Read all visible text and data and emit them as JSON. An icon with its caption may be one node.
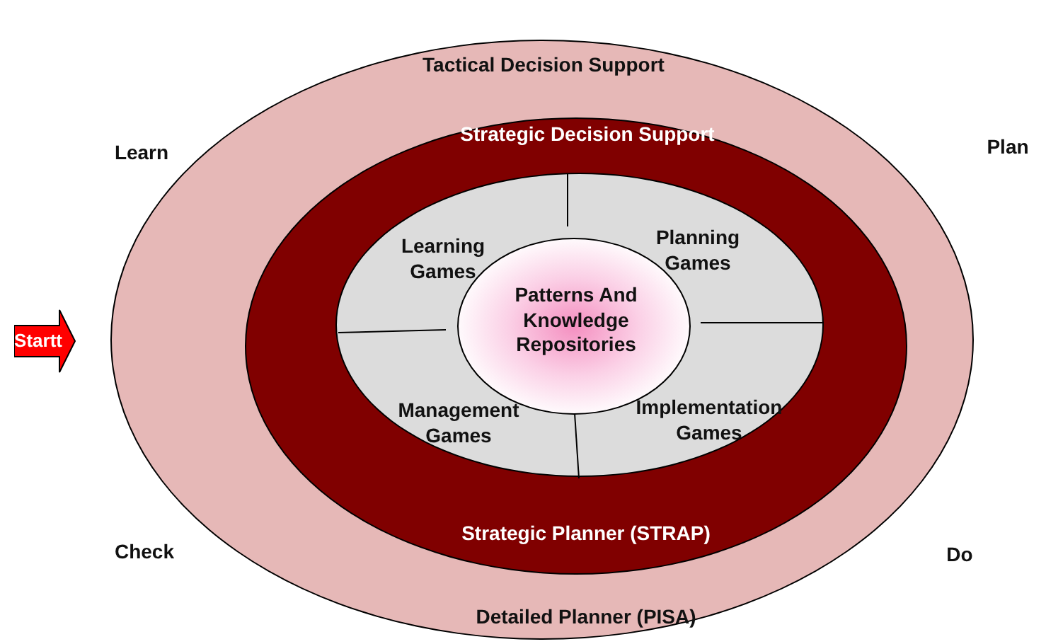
{
  "diagram": {
    "nodes": [
      {
        "text": [
          "Tactical Decision Support",
          "Detailed Planner (PISA)"
        ]
      },
      {
        "text": [
          "Strategic Decision Support",
          "Strategic Planner (STRAP)"
        ],
        "in": 0
      },
      {
        "text": [
          "Learning Games",
          "Planning Games",
          "Management Games",
          "Implementation Games"
        ],
        "in": 1
      },
      {
        "text": [
          "Patterns And Knowledge Repositories"
        ],
        "in": 2
      },
      {
        "text": [
          "Startt"
        ]
      }
    ],
    "edges": [],
    "labels": [
      "Learn",
      "Plan",
      "Check",
      "Do"
    ]
  }
}
